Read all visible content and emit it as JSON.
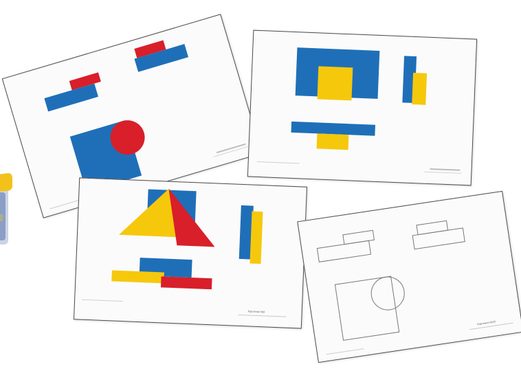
{
  "colors": {
    "blue": "#1f6fb8",
    "red": "#d81f2a",
    "yellow": "#f6c80c",
    "outline": "#777777",
    "card_bg": "#fbfbfb",
    "jar_lid": "#f2c21a",
    "jar_body": "#3d5fa0"
  },
  "cards": [
    {
      "id": "card-1",
      "caption": "",
      "pattern": "rectangles-square-circle"
    },
    {
      "id": "card-2",
      "caption": "",
      "pattern": "square-rectangles"
    },
    {
      "id": "card-3",
      "caption": "Картинка №8",
      "pattern": "triangles-rectangles"
    },
    {
      "id": "card-4",
      "caption": "Картинка №1б",
      "pattern": "outline-rectangles-square-circle"
    }
  ],
  "jar": {
    "icon": "block-container-jar"
  }
}
